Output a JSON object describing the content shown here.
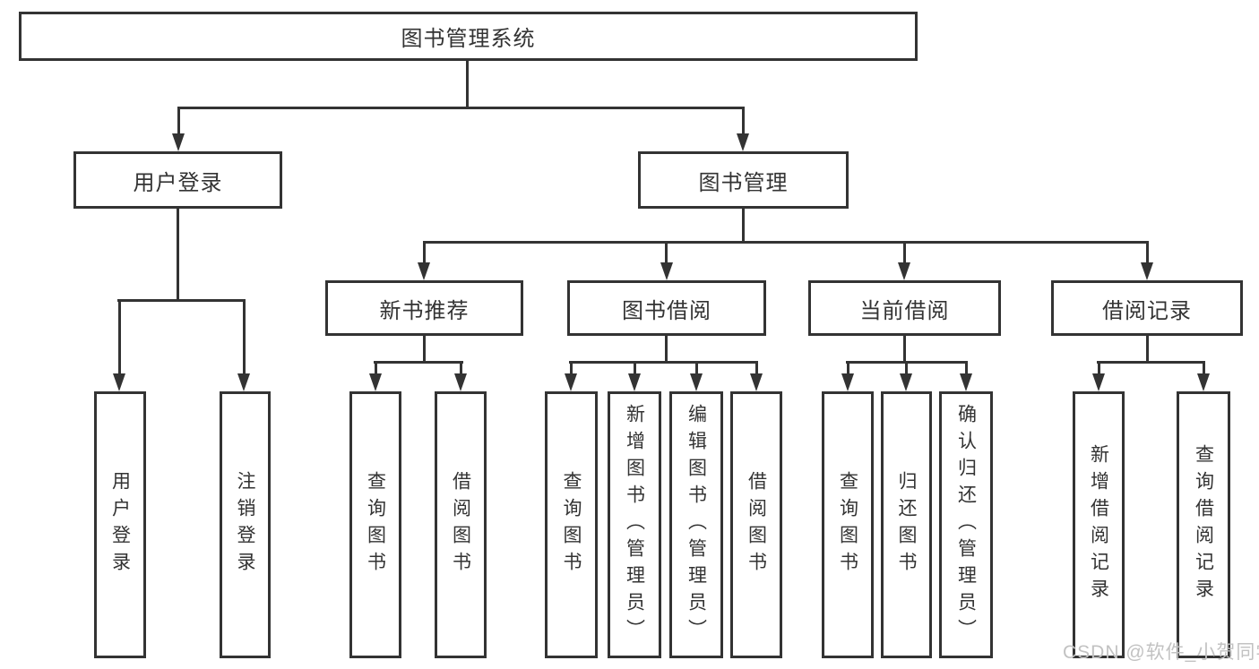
{
  "tree": {
    "root": {
      "label": "图书管理系统"
    },
    "branches": [
      {
        "label": "用户登录",
        "children": [
          {
            "label": "用户登录"
          },
          {
            "label": "注销登录"
          }
        ]
      },
      {
        "label": "图书管理",
        "groups": [
          {
            "label": "新书推荐",
            "children": [
              {
                "label": "查询图书"
              },
              {
                "label": "借阅图书"
              }
            ]
          },
          {
            "label": "图书借阅",
            "children": [
              {
                "label": "查询图书"
              },
              {
                "label": "新增图书（管理员）"
              },
              {
                "label": "编辑图书（管理员）"
              },
              {
                "label": "借阅图书"
              }
            ]
          },
          {
            "label": "当前借阅",
            "children": [
              {
                "label": "查询图书"
              },
              {
                "label": "归还图书"
              },
              {
                "label": "确认归还（管理员）"
              }
            ]
          },
          {
            "label": "借阅记录",
            "children": [
              {
                "label": "新增借阅记录"
              },
              {
                "label": "查询借阅记录"
              }
            ]
          }
        ]
      }
    ]
  },
  "watermark": "CSDN @软件_小贺同学",
  "colors": {
    "line": "#333333",
    "text": "#333333",
    "box_background": "#ffffff",
    "page_background": "#ffffff",
    "watermark": "#c2c2c2"
  }
}
